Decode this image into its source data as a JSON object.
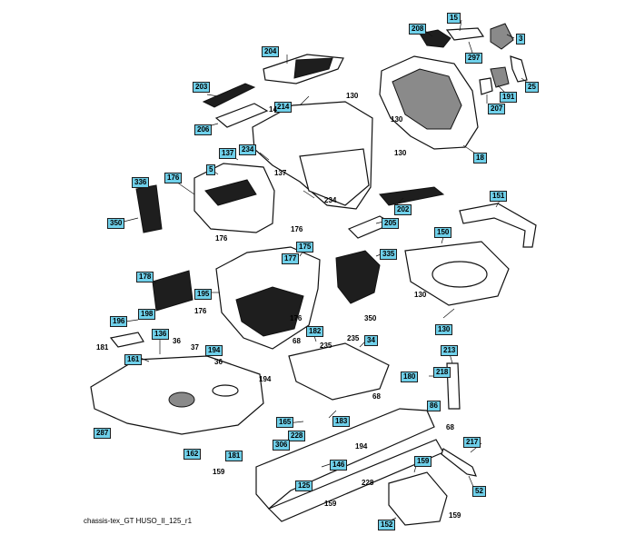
{
  "diagram": {
    "caption": "chassis-tex_GT HUSO_II_125_r1",
    "callouts": [
      {
        "id": "c15",
        "label": "15",
        "boxed": true
      },
      {
        "id": "c208",
        "label": "208",
        "boxed": true
      },
      {
        "id": "c297",
        "label": "297",
        "boxed": true
      },
      {
        "id": "c3",
        "label": "3",
        "boxed": true
      },
      {
        "id": "c204",
        "label": "204",
        "boxed": true
      },
      {
        "id": "c25",
        "label": "25",
        "boxed": true
      },
      {
        "id": "c191",
        "label": "191",
        "boxed": true
      },
      {
        "id": "c207",
        "label": "207",
        "boxed": true
      },
      {
        "id": "c203",
        "label": "203",
        "boxed": true
      },
      {
        "id": "c214",
        "label": "214",
        "boxed": true
      },
      {
        "id": "c14",
        "label": "14",
        "boxed": false
      },
      {
        "id": "c130a",
        "label": "130",
        "boxed": false
      },
      {
        "id": "c130b",
        "label": "130",
        "boxed": false
      },
      {
        "id": "c130c",
        "label": "130",
        "boxed": false
      },
      {
        "id": "c206a",
        "label": "206",
        "boxed": true
      },
      {
        "id": "c18",
        "label": "18",
        "boxed": true
      },
      {
        "id": "c137a",
        "label": "137",
        "boxed": true
      },
      {
        "id": "c234a",
        "label": "234",
        "boxed": true
      },
      {
        "id": "c137b",
        "label": "137",
        "boxed": false
      },
      {
        "id": "c5",
        "label": "5",
        "boxed": true
      },
      {
        "id": "c176a",
        "label": "176",
        "boxed": true
      },
      {
        "id": "c336",
        "label": "336",
        "boxed": true
      },
      {
        "id": "c234b",
        "label": "234",
        "boxed": false
      },
      {
        "id": "c202",
        "label": "202",
        "boxed": true
      },
      {
        "id": "c151",
        "label": "151",
        "boxed": true
      },
      {
        "id": "c350a",
        "label": "350",
        "boxed": true
      },
      {
        "id": "c176b",
        "label": "176",
        "boxed": false
      },
      {
        "id": "c205",
        "label": "205",
        "boxed": true
      },
      {
        "id": "c150",
        "label": "150",
        "boxed": true
      },
      {
        "id": "c176c",
        "label": "176",
        "boxed": false
      },
      {
        "id": "c175",
        "label": "175",
        "boxed": true
      },
      {
        "id": "c177",
        "label": "177",
        "boxed": true
      },
      {
        "id": "c335",
        "label": "335",
        "boxed": true
      },
      {
        "id": "c178",
        "label": "178",
        "boxed": true
      },
      {
        "id": "c195",
        "label": "195",
        "boxed": true
      },
      {
        "id": "c130d",
        "label": "130",
        "boxed": false
      },
      {
        "id": "c198",
        "label": "198",
        "boxed": true
      },
      {
        "id": "c176d",
        "label": "176",
        "boxed": false
      },
      {
        "id": "c176e",
        "label": "176",
        "boxed": false
      },
      {
        "id": "c350b",
        "label": "350",
        "boxed": false
      },
      {
        "id": "c130e",
        "label": "130",
        "boxed": true
      },
      {
        "id": "c196",
        "label": "196",
        "boxed": true
      },
      {
        "id": "c136",
        "label": "136",
        "boxed": true
      },
      {
        "id": "c182",
        "label": "182",
        "boxed": true
      },
      {
        "id": "c68a",
        "label": "68",
        "boxed": false
      },
      {
        "id": "c235a",
        "label": "235",
        "boxed": false
      },
      {
        "id": "c235b",
        "label": "235",
        "boxed": false
      },
      {
        "id": "c34",
        "label": "34",
        "boxed": true
      },
      {
        "id": "c181a",
        "label": "181",
        "boxed": false
      },
      {
        "id": "c36a",
        "label": "36",
        "boxed": false
      },
      {
        "id": "c37",
        "label": "37",
        "boxed": false
      },
      {
        "id": "c194a",
        "label": "194",
        "boxed": true
      },
      {
        "id": "c213",
        "label": "213",
        "boxed": true
      },
      {
        "id": "c161",
        "label": "161",
        "boxed": true
      },
      {
        "id": "c36b",
        "label": "36",
        "boxed": false
      },
      {
        "id": "c218",
        "label": "218",
        "boxed": true
      },
      {
        "id": "c194b",
        "label": "194",
        "boxed": false
      },
      {
        "id": "c180",
        "label": "180",
        "boxed": true
      },
      {
        "id": "c68b",
        "label": "68",
        "boxed": false
      },
      {
        "id": "c86",
        "label": "86",
        "boxed": true
      },
      {
        "id": "c165",
        "label": "165",
        "boxed": true
      },
      {
        "id": "c183",
        "label": "183",
        "boxed": true
      },
      {
        "id": "c68c",
        "label": "68",
        "boxed": false
      },
      {
        "id": "c287",
        "label": "287",
        "boxed": true
      },
      {
        "id": "c228a",
        "label": "228",
        "boxed": true
      },
      {
        "id": "c217",
        "label": "217",
        "boxed": true
      },
      {
        "id": "c306",
        "label": "306",
        "boxed": true
      },
      {
        "id": "c194c",
        "label": "194",
        "boxed": false
      },
      {
        "id": "c162",
        "label": "162",
        "boxed": true
      },
      {
        "id": "c181b",
        "label": "181",
        "boxed": true
      },
      {
        "id": "c146",
        "label": "146",
        "boxed": true
      },
      {
        "id": "c159a",
        "label": "159",
        "boxed": true
      },
      {
        "id": "c159b",
        "label": "159",
        "boxed": false
      },
      {
        "id": "c228b",
        "label": "228",
        "boxed": false
      },
      {
        "id": "c125",
        "label": "125",
        "boxed": true
      },
      {
        "id": "c52",
        "label": "52",
        "boxed": true
      },
      {
        "id": "c159c",
        "label": "159",
        "boxed": false
      },
      {
        "id": "c159d",
        "label": "159",
        "boxed": false
      },
      {
        "id": "c152",
        "label": "152",
        "boxed": true
      }
    ]
  }
}
